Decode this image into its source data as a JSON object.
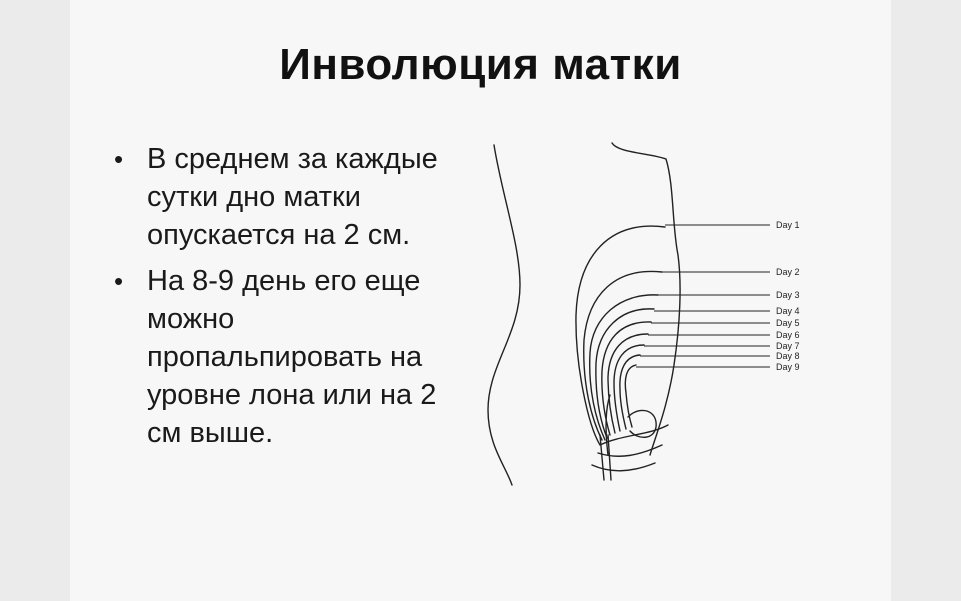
{
  "slide": {
    "title": "Инволюция матки",
    "bullets": [
      "В среднем за каждые сутки дно матки опускается на 2 см.",
      "На 8-9 день его еще можно пропальпировать на уровне лона или на 2 см выше."
    ]
  },
  "figure": {
    "labels": [
      "Day 1",
      "Day 2",
      "Day 3",
      "Day 4",
      "Day 5",
      "Day 6",
      "Day 7",
      "Day 8",
      "Day 9"
    ]
  }
}
